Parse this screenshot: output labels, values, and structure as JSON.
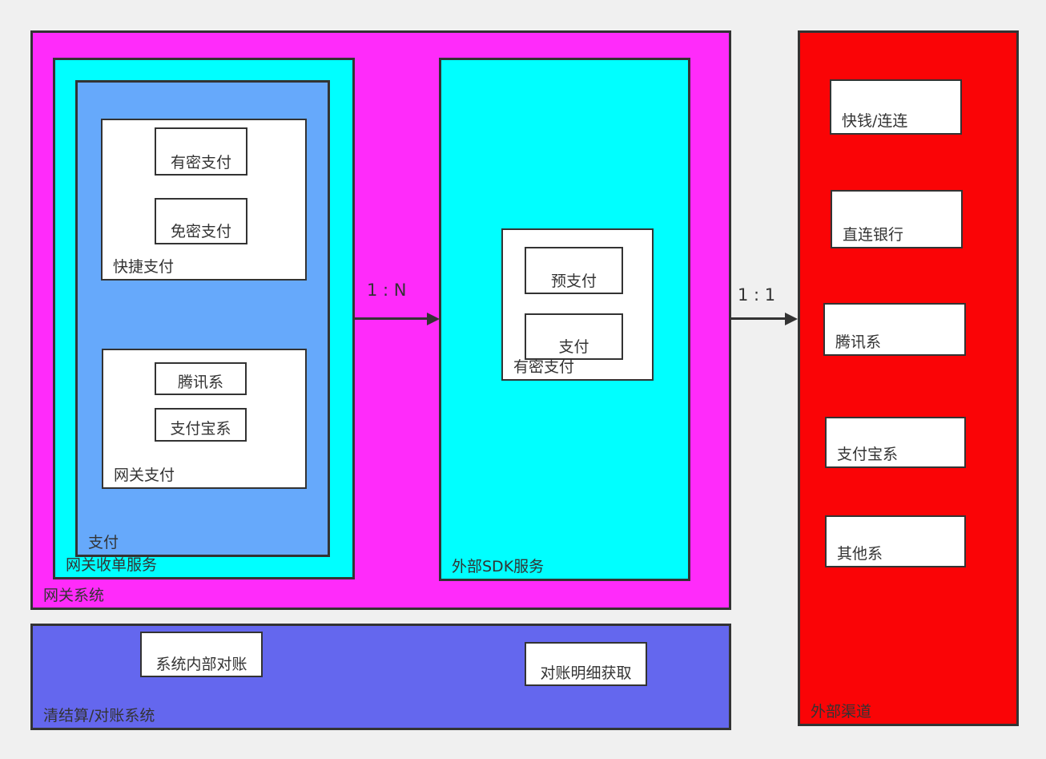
{
  "colors": {
    "background": "#f0f0f0",
    "gateway_system": "#ff2bfa",
    "service_cyan": "#00ffff",
    "payment_blue": "#66a9fb",
    "channels_red": "#fa0406",
    "clearing_purple": "#6467ee",
    "box_white": "#ffffff",
    "border": "#333333",
    "text": "#333333"
  },
  "gateway_system": {
    "label": "网关系统",
    "acquiring_service": {
      "label": "网关收单服务",
      "payment": {
        "label": "支付",
        "quick_payment": {
          "label": "快捷支付",
          "items": [
            {
              "label": "有密支付"
            },
            {
              "label": "免密支付"
            }
          ]
        },
        "gateway_payment": {
          "label": "网关支付",
          "items": [
            {
              "label": "腾讯系"
            },
            {
              "label": "支付宝系"
            }
          ]
        }
      }
    },
    "sdk_service": {
      "label": "外部SDK服务",
      "password_payment": {
        "label": "有密支付",
        "items": [
          {
            "label": "预支付"
          },
          {
            "label": "支付"
          }
        ]
      }
    }
  },
  "arrows": [
    {
      "label": "1 : N"
    },
    {
      "label": "1 : 1"
    }
  ],
  "external_channels": {
    "label": "外部渠道",
    "items": [
      {
        "label": "快钱/连连"
      },
      {
        "label": "直连银行"
      },
      {
        "label": "腾讯系"
      },
      {
        "label": "支付宝系"
      },
      {
        "label": "其他系"
      }
    ]
  },
  "clearing_system": {
    "label": "清结算/对账系统",
    "items": [
      {
        "label": "系统内部对账"
      },
      {
        "label": "对账明细获取"
      }
    ]
  }
}
